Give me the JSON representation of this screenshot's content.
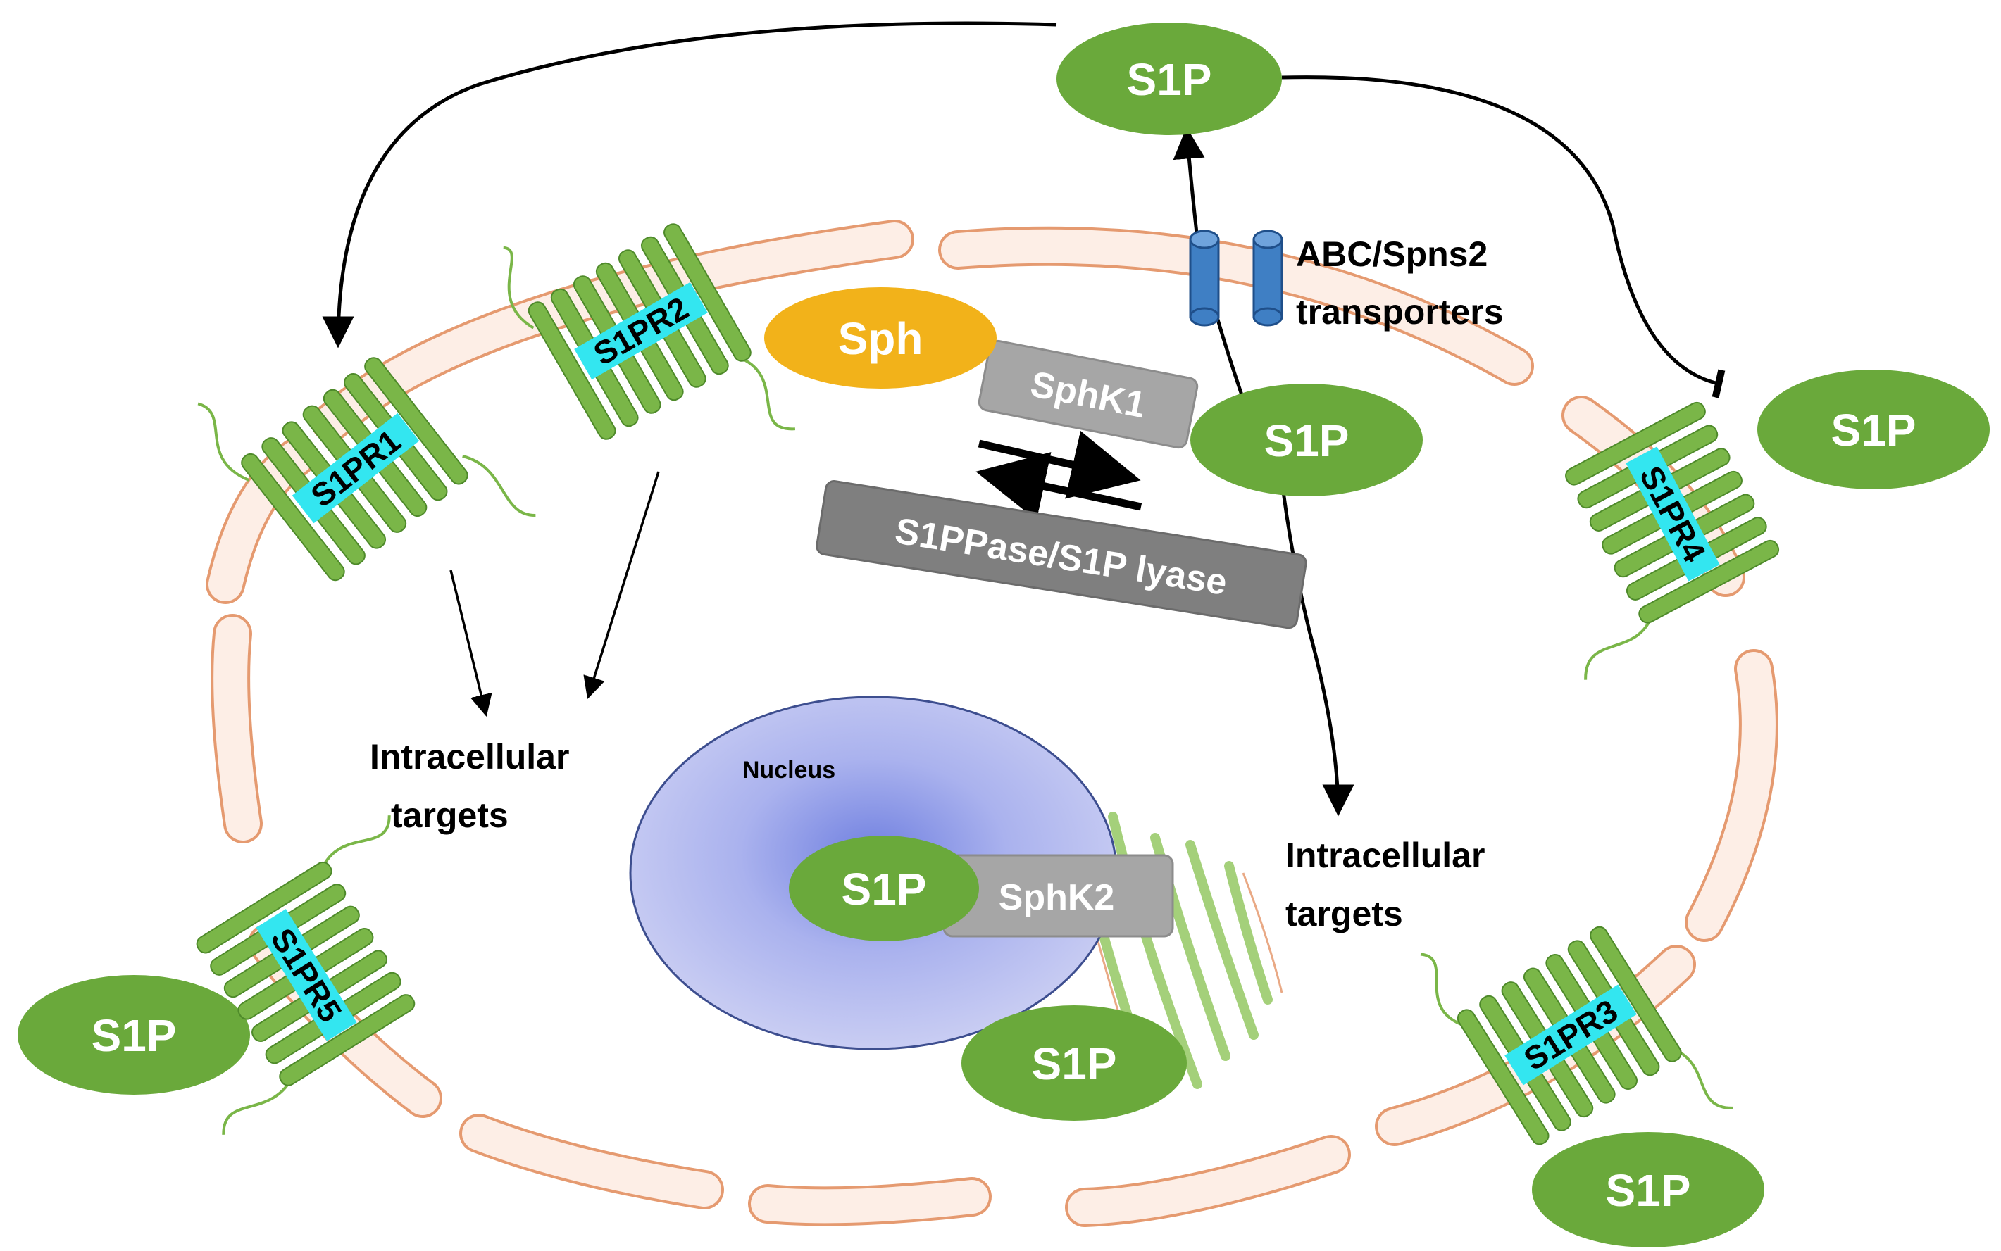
{
  "colors": {
    "membrane_fill": "#fdeee6",
    "membrane_stroke": "#e59a70",
    "s1p_green": "#6aa93b",
    "receptor_green": "#7ab648",
    "receptor_label_bg": "#33e6f0",
    "sph_yellow": "#f2b21a",
    "enzyme_gray": "#a6a6a6",
    "enzyme_dark_gray": "#7f7f7f",
    "transporter_blue": "#3f7fc4",
    "nucleus_blue": "#9fa8e8"
  },
  "labels": {
    "s1p": "S1P",
    "sph": "Sph",
    "sphk1": "SphK1",
    "sphk2": "SphK2",
    "s1ppase": "S1PPase/S1P lyase",
    "transporter_line1": "ABC/Spns2",
    "transporter_line2": "transporters",
    "nucleus": "Nucleus",
    "targets_line1": "Intracellular",
    "targets_line2": "targets"
  },
  "receptors": {
    "r1": "S1PR1",
    "r2": "S1PR2",
    "r3": "S1PR3",
    "r4": "S1PR4",
    "r5": "S1PR5"
  }
}
